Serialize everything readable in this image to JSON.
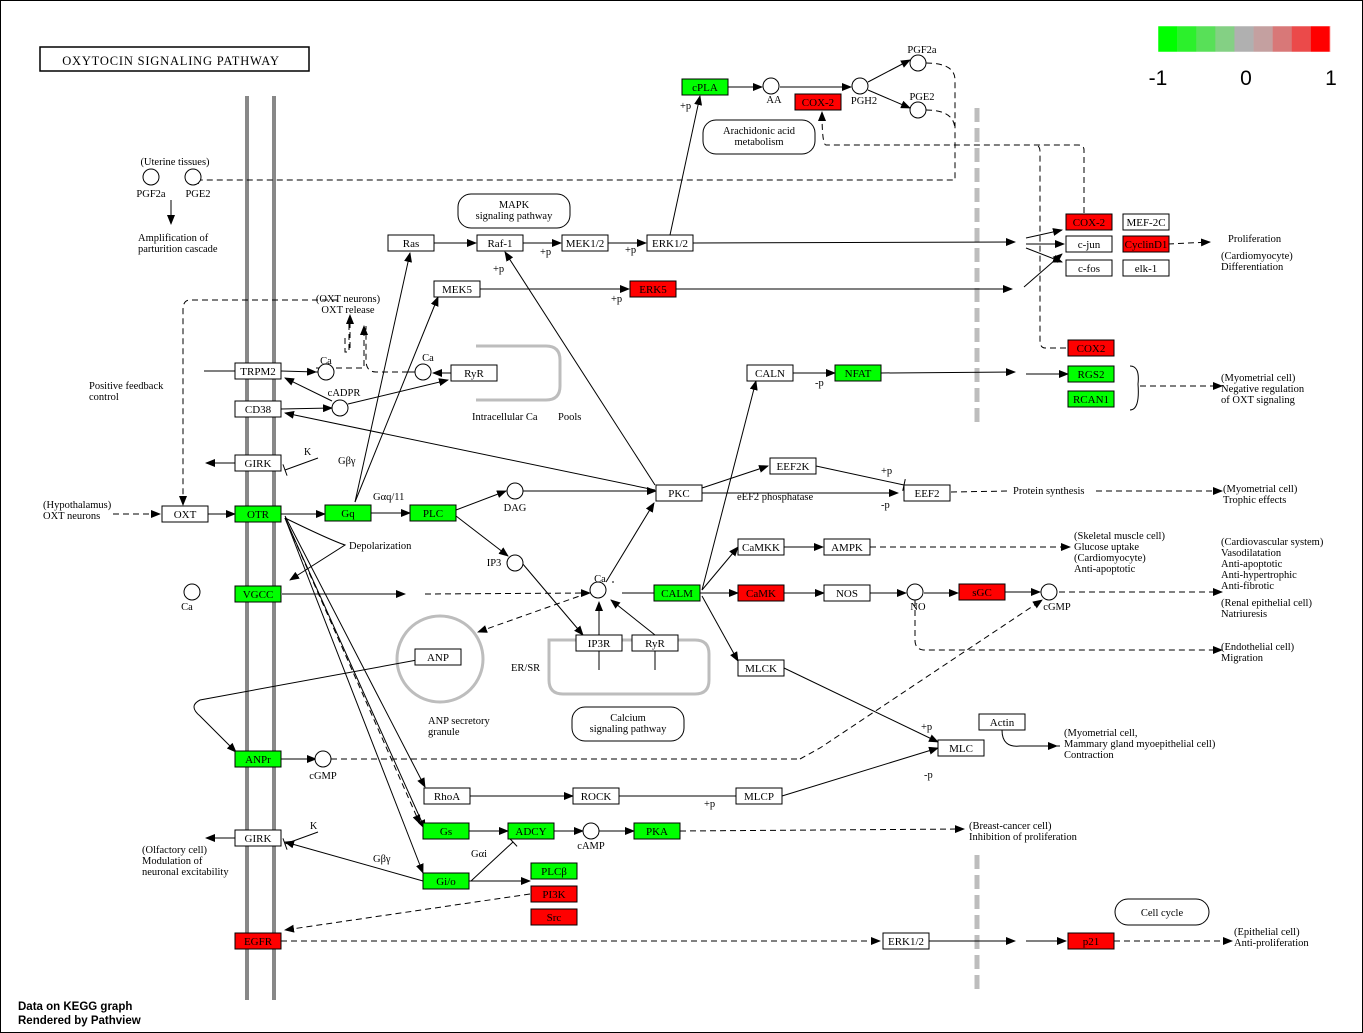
{
  "title": "OXYTOCIN SIGNALING PATHWAY",
  "footer": {
    "line1": "Data on KEGG graph",
    "line2": "Rendered by Pathview"
  },
  "legend": {
    "min_label": "-1",
    "mid_label": "0",
    "max_label": "1",
    "colors": [
      "#00ff00",
      "#2cf02c",
      "#58e058",
      "#84d084",
      "#b0b0b0",
      "#c4a0a0",
      "#d87878",
      "#eb4a4a",
      "#ff0000"
    ]
  },
  "colors": {
    "up": "#ff0000",
    "down": "#00ff00",
    "none": "#ffffff",
    "membrane": "#888888",
    "compartment": "#bdbdbd"
  },
  "genes": [
    {
      "id": "cPLA",
      "label": "cPLA",
      "state": "down"
    },
    {
      "id": "COX2a",
      "label": "COX-2",
      "state": "up"
    },
    {
      "id": "Ras",
      "label": "Ras",
      "state": "none"
    },
    {
      "id": "Raf1",
      "label": "Raf-1",
      "state": "none"
    },
    {
      "id": "MEK12",
      "label": "MEK1/2",
      "state": "none"
    },
    {
      "id": "ERK12",
      "label": "ERK1/2",
      "state": "none"
    },
    {
      "id": "MEK5",
      "label": "MEK5",
      "state": "none"
    },
    {
      "id": "ERK5",
      "label": "ERK5",
      "state": "up"
    },
    {
      "id": "COX2b",
      "label": "COX-2",
      "state": "up"
    },
    {
      "id": "MEF2C",
      "label": "MEF-2C",
      "state": "none"
    },
    {
      "id": "cjun",
      "label": "c-jun",
      "state": "none"
    },
    {
      "id": "CyclinD1",
      "label": "CyclinD1",
      "state": "up"
    },
    {
      "id": "cfos",
      "label": "c-fos",
      "state": "none"
    },
    {
      "id": "elk1",
      "label": "elk-1",
      "state": "none"
    },
    {
      "id": "COX2c",
      "label": "COX2",
      "state": "up"
    },
    {
      "id": "TRPM2",
      "label": "TRPM2",
      "state": "none"
    },
    {
      "id": "RyR1",
      "label": "RyR",
      "state": "none"
    },
    {
      "id": "CALN",
      "label": "CALN",
      "state": "none"
    },
    {
      "id": "NFAT",
      "label": "NFAT",
      "state": "down"
    },
    {
      "id": "RGS2",
      "label": "RGS2",
      "state": "down"
    },
    {
      "id": "RCAN1",
      "label": "RCAN1",
      "state": "down"
    },
    {
      "id": "CD38",
      "label": "CD38",
      "state": "none"
    },
    {
      "id": "GIRK1",
      "label": "GIRK",
      "state": "none"
    },
    {
      "id": "EEF2K",
      "label": "EEF2K",
      "state": "none"
    },
    {
      "id": "OXT",
      "label": "OXT",
      "state": "none"
    },
    {
      "id": "OTR",
      "label": "OTR",
      "state": "down"
    },
    {
      "id": "Gq",
      "label": "Gq",
      "state": "down"
    },
    {
      "id": "PLC",
      "label": "PLC",
      "state": "down"
    },
    {
      "id": "PKC",
      "label": "PKC",
      "state": "none"
    },
    {
      "id": "EEF2",
      "label": "EEF2",
      "state": "none"
    },
    {
      "id": "CaMKK",
      "label": "CaMKK",
      "state": "none"
    },
    {
      "id": "AMPK",
      "label": "AMPK",
      "state": "none"
    },
    {
      "id": "VGCC",
      "label": "VGCC",
      "state": "down"
    },
    {
      "id": "CALM",
      "label": "CALM",
      "state": "down"
    },
    {
      "id": "CaMK",
      "label": "CaMK",
      "state": "up"
    },
    {
      "id": "NOS",
      "label": "NOS",
      "state": "none"
    },
    {
      "id": "sGC",
      "label": "sGC",
      "state": "up"
    },
    {
      "id": "ANP",
      "label": "ANP",
      "state": "none"
    },
    {
      "id": "IP3R",
      "label": "IP3R",
      "state": "none"
    },
    {
      "id": "RyR2",
      "label": "RyR",
      "state": "none"
    },
    {
      "id": "MLCK",
      "label": "MLCK",
      "state": "none"
    },
    {
      "id": "Actin",
      "label": "Actin",
      "state": "none"
    },
    {
      "id": "MLC",
      "label": "MLC",
      "state": "none"
    },
    {
      "id": "ANPr",
      "label": "ANPr",
      "state": "down"
    },
    {
      "id": "RhoA",
      "label": "RhoA",
      "state": "none"
    },
    {
      "id": "ROCK",
      "label": "ROCK",
      "state": "none"
    },
    {
      "id": "MLCP",
      "label": "MLCP",
      "state": "none"
    },
    {
      "id": "GIRK2",
      "label": "GIRK",
      "state": "none"
    },
    {
      "id": "Gs",
      "label": "Gs",
      "state": "down"
    },
    {
      "id": "ADCY",
      "label": "ADCY",
      "state": "down"
    },
    {
      "id": "PKA",
      "label": "PKA",
      "state": "down"
    },
    {
      "id": "Gio",
      "label": "Gi/o",
      "state": "down"
    },
    {
      "id": "PLCb",
      "label": "PLCβ",
      "state": "down"
    },
    {
      "id": "PI3K",
      "label": "PI3K",
      "state": "up"
    },
    {
      "id": "Src",
      "label": "Src",
      "state": "up"
    },
    {
      "id": "EGFR",
      "label": "EGFR",
      "state": "up"
    },
    {
      "id": "ERK12b",
      "label": "ERK1/2",
      "state": "none"
    },
    {
      "id": "p21",
      "label": "p21",
      "state": "up"
    }
  ],
  "compounds": {
    "PGF2a": "PGF2a",
    "PGE2": "PGE2",
    "AA": "AA",
    "PGH2": "PGH2",
    "Ca": "Ca",
    "cADPR": "cADPR",
    "DAG": "DAG",
    "IP3": "IP3",
    "cGMP": "cGMP",
    "cAMP": "cAMP",
    "NO": "NO"
  },
  "maps": {
    "arachidonic": [
      "Arachidonic acid",
      "metabolism"
    ],
    "mapk": [
      "MAPK",
      "signaling pathway"
    ],
    "calcium": [
      "Calcium",
      "signaling pathway"
    ],
    "cell_cycle": [
      "Cell cycle"
    ]
  },
  "texts": {
    "uterine": "(Uterine tissues)",
    "pgf2a_small": "PGF2a",
    "pge2_small": "PGE2",
    "amplification": [
      "Amplification of",
      "parturition cascade"
    ],
    "oxt_neurons": [
      "(OXT neurons)",
      "OXT release"
    ],
    "pos_feedback": [
      "Positive feedback",
      "control"
    ],
    "intracellular_pools": "Intracellular Ca",
    "pools_suffix": "Pools",
    "hypothalamus": [
      "(Hypothalamus)",
      "OXT neurons"
    ],
    "gby": "Gβγ",
    "gaq11": "Gαq/11",
    "depolarization": "Depolarization",
    "ef2_phosphatase": "eEF2 phosphatase",
    "protein_synthesis": "Protein synthesis",
    "proliferation": "Proliferation",
    "cardiomyocyte_diff": [
      "(Cardiomyocyte)",
      "Differentiation"
    ],
    "myometrial_neg": [
      "(Myometrial cell)",
      "Negative regulation",
      "of OXT signaling"
    ],
    "myometrial_troph": [
      "(Myometrial cell)",
      "Trophic effects"
    ],
    "skeletal": [
      "(Skeletal muscle cell)",
      "Glucose uptake",
      "(Cardiomyocyte)",
      "Anti-apoptotic"
    ],
    "cardiovascular": [
      "(Cardiovascular system)",
      "Vasodilatation",
      "Anti-apoptotic",
      "Anti-hypertrophic",
      "Anti-fibrotic"
    ],
    "renal": [
      "(Renal epithelial cell)",
      "Natriuresis"
    ],
    "endothelial": [
      "(Endothelial cell)",
      "Migration"
    ],
    "er_sr": "ER/SR",
    "anp_granule": [
      "ANP secretory",
      "granule"
    ],
    "myometrial_contract": [
      "(Myometrial cell,",
      "Mammary gland myoepithelial cell)",
      "Contraction"
    ],
    "breast": [
      "(Breast-cancer cell)",
      "Inhibition of proliferation"
    ],
    "olfactory": [
      "(Olfactory cell)",
      "Modulation of",
      "neuronal excitability"
    ],
    "gai": "Gαi",
    "epithelial": [
      "(Epithelial cell)",
      "Anti-proliferation"
    ],
    "k_plus": "K",
    "plus_p": "+p",
    "minus_p": "-p"
  }
}
